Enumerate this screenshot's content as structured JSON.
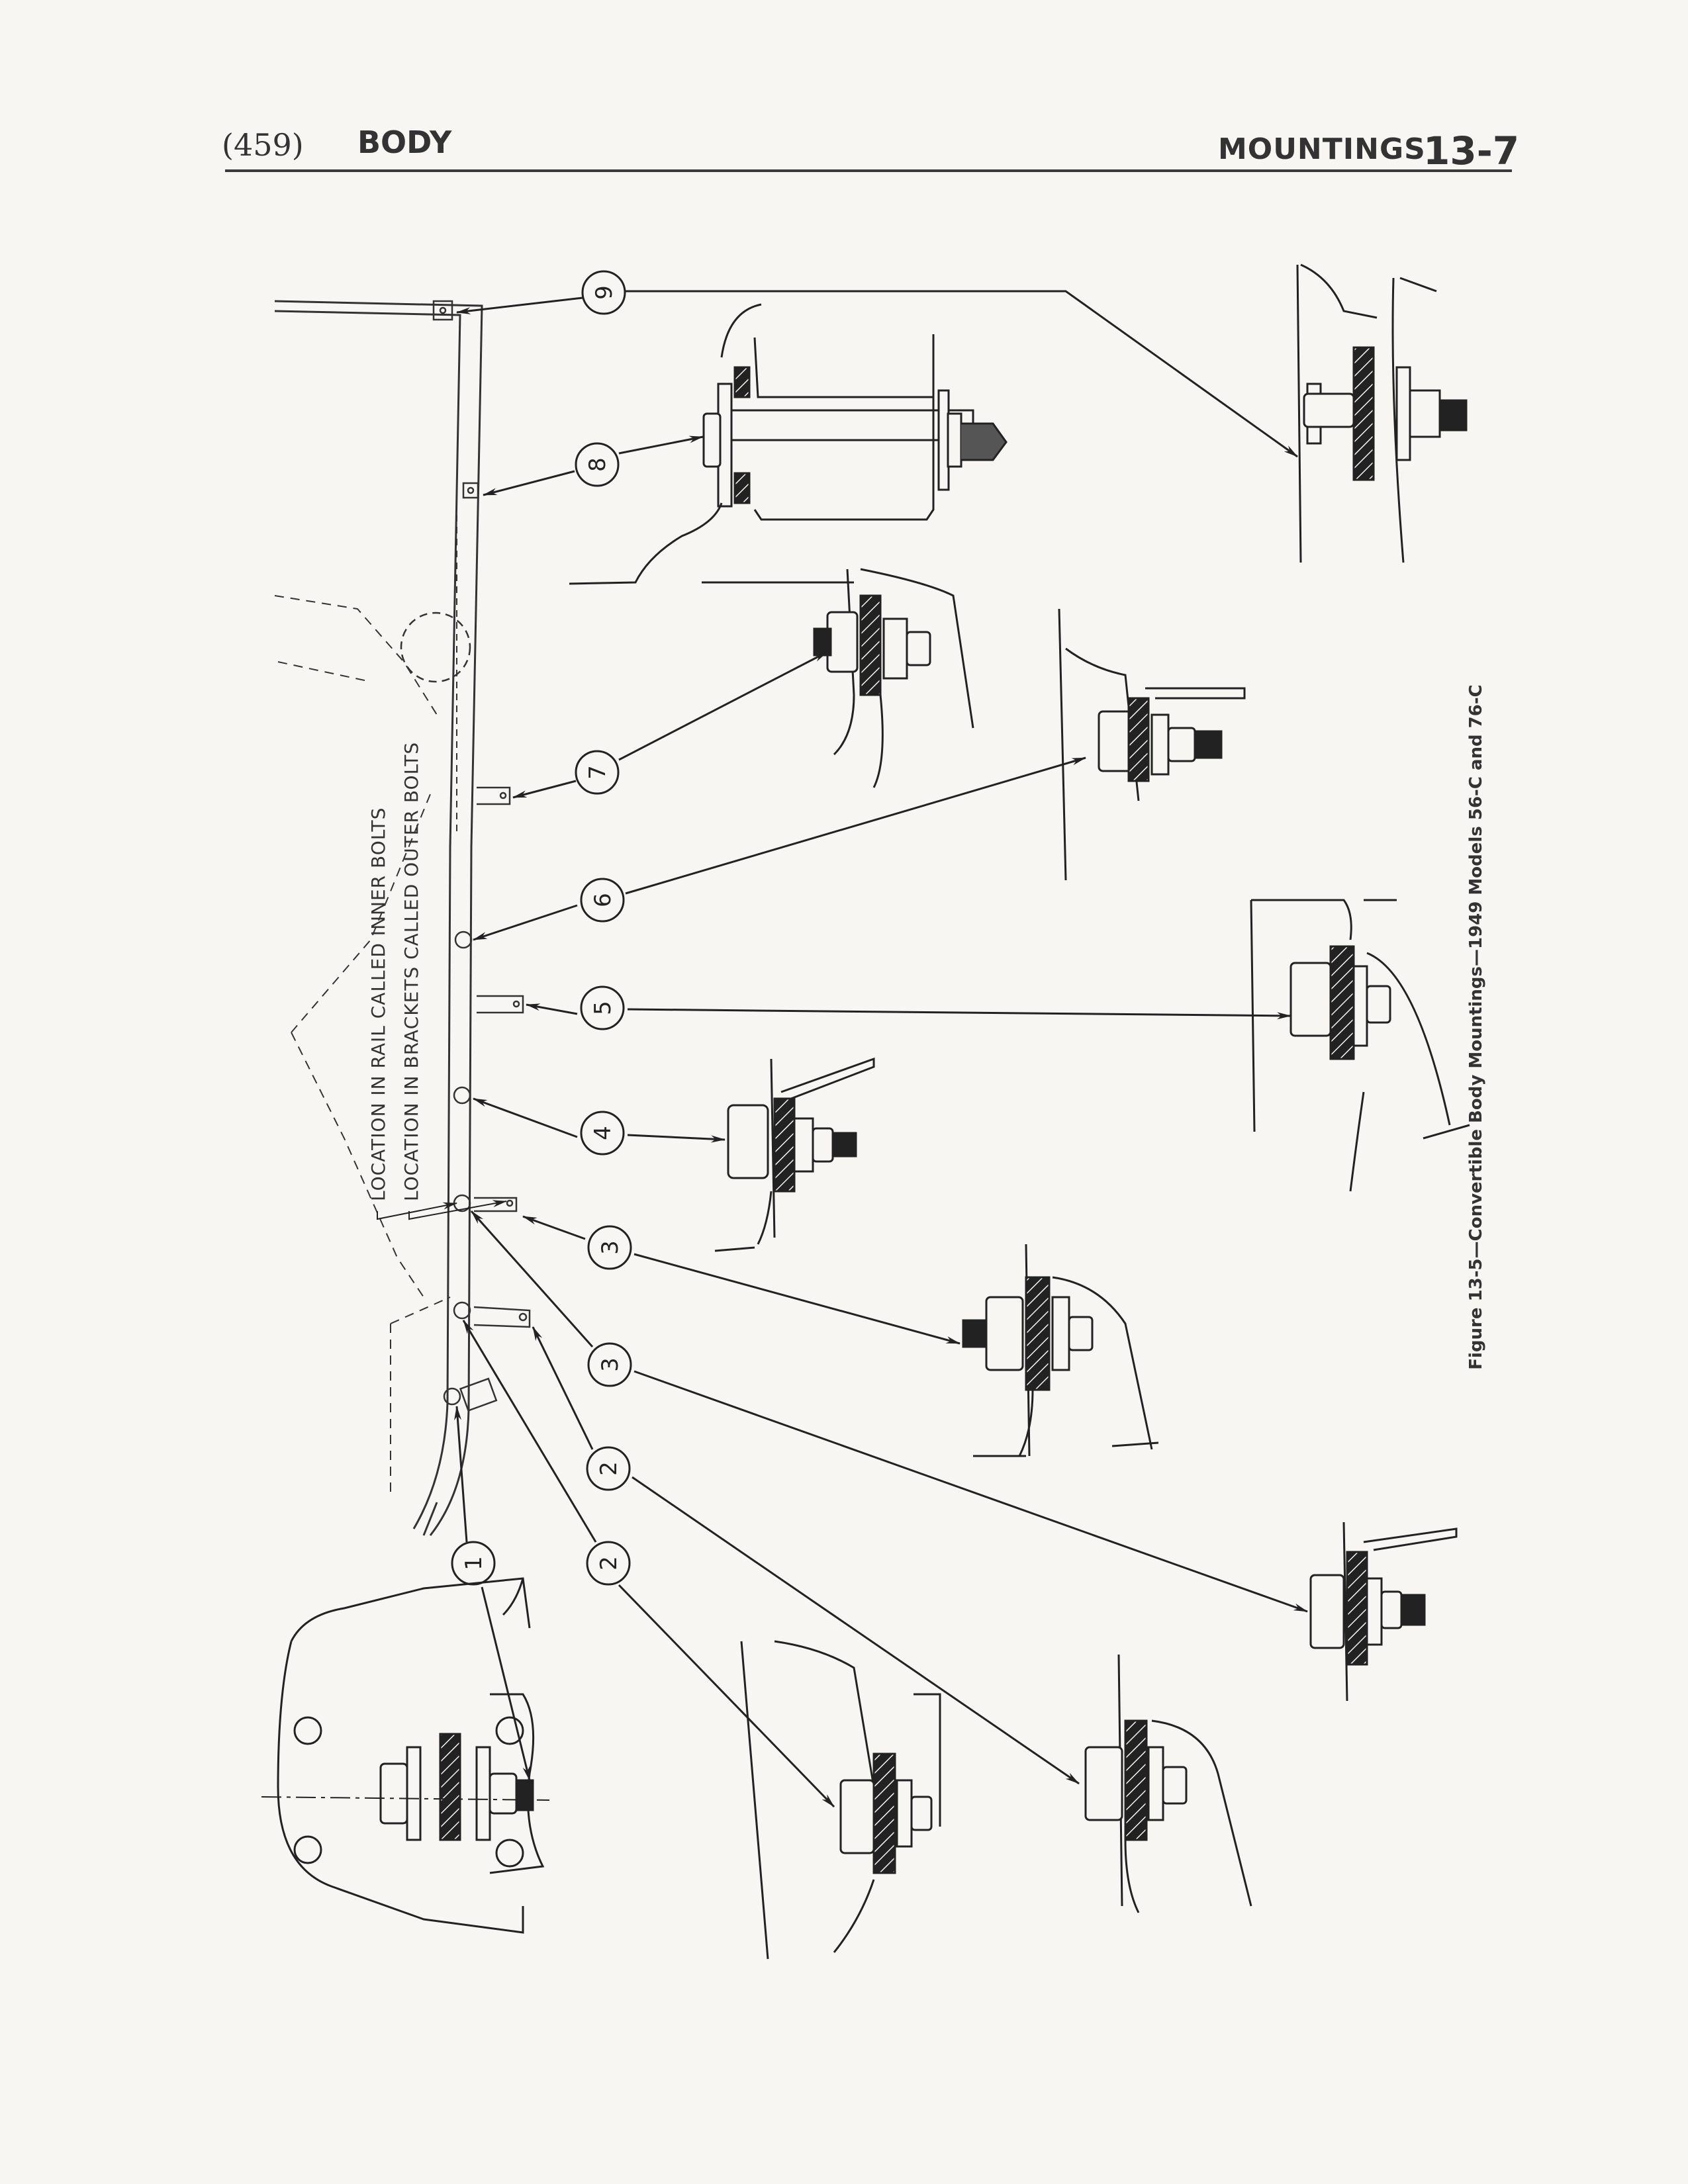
{
  "header": {
    "page_number": "(459)",
    "section": "BODY",
    "subsection": "MOUNTINGS",
    "page_ref": "13-7"
  },
  "labels": {
    "inner_bolts": "LOCATION IN RAIL CALLED INNER BOLTS",
    "outer_bolts": "LOCATION IN BRACKETS CALLED OUTER BOLTS"
  },
  "caption": "Figure 13-5—Convertible Body Mountings—1949 Models 56-C and 76-C",
  "callouts": [
    "9",
    "8",
    "7",
    "6",
    "5",
    "4",
    "3",
    "3",
    "2",
    "2",
    "1"
  ],
  "colors": {
    "paper": "#f7f6f2",
    "ink": "#2a2a2a"
  }
}
